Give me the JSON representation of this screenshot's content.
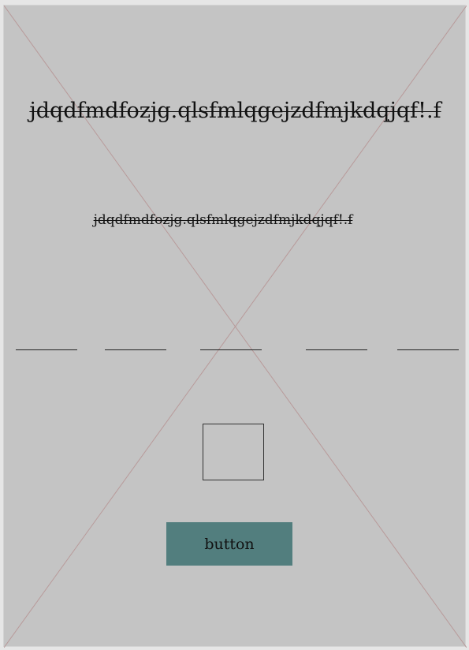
{
  "heading": {
    "text": "jdqdfmdfozjg.qlsfmlqgejzdfmjkdqjqf!.f"
  },
  "subheading": {
    "text": "jdqdfmdfozjg.qlsfmlqgejzdfmjkdqjqf!.f"
  },
  "form": {
    "blank_fields": [
      "",
      "",
      "",
      "",
      ""
    ],
    "checkbox_checked": false
  },
  "actions": {
    "button_label": "button"
  },
  "colors": {
    "background": "#c4c4c4",
    "cross_lines": "#b89a9a",
    "button": "#527e7e"
  }
}
